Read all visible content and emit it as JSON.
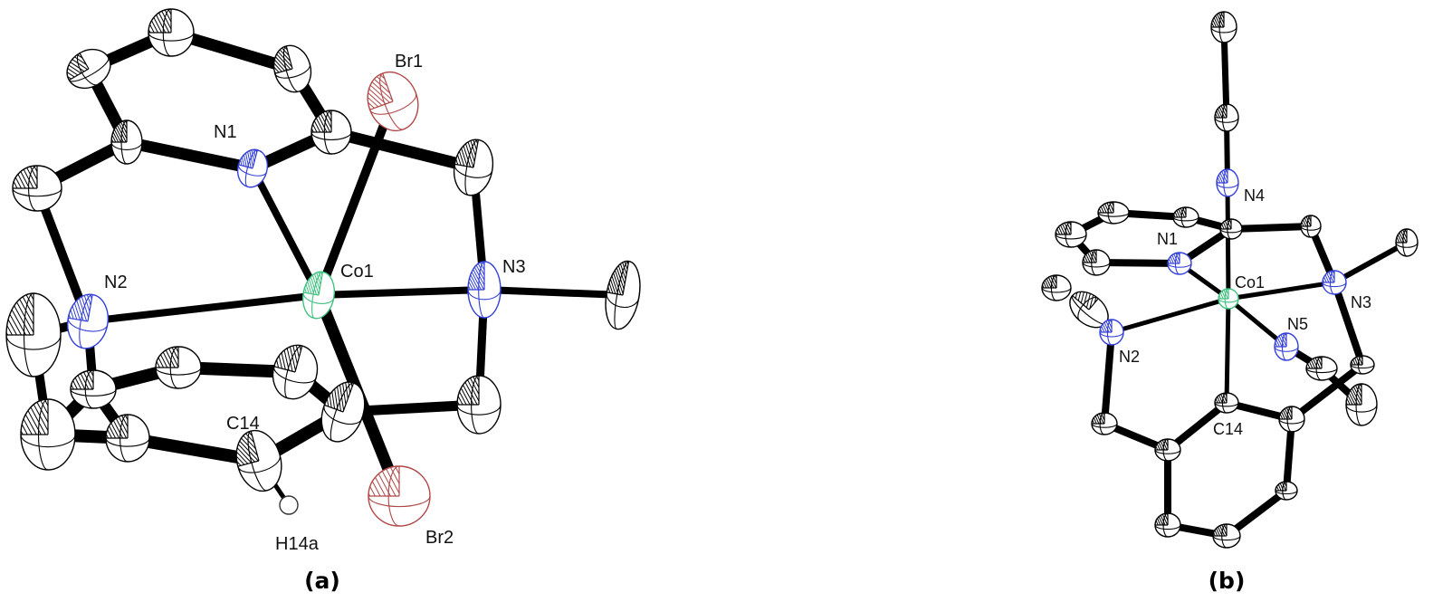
{
  "panel_a": {
    "caption": "(a)",
    "labels": {
      "br1": "Br1",
      "n1": "N1",
      "co1": "Co1",
      "n2": "N2",
      "n3": "N3",
      "c14": "C14",
      "h14a": "H14a",
      "br2": "Br2"
    }
  },
  "panel_b": {
    "caption": "(b)",
    "labels": {
      "n4": "N4",
      "n1": "N1",
      "co1": "Co1",
      "n3": "N3",
      "n2": "N2",
      "n5": "N5",
      "c14": "C14"
    }
  },
  "colors": {
    "carbon": "#ffffff",
    "nitrogen": "#3340d8",
    "bromine": "#b04848",
    "cobalt": "#3ec27e",
    "bond": "#000000"
  }
}
